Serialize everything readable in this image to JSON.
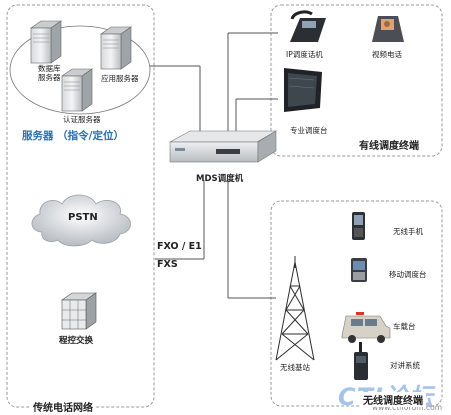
{
  "servers": {
    "database_server": "数据库\n服务器",
    "app_server": "应用服务器",
    "auth_server": "认证服务器",
    "group_title": "服务器 （指令/定位）"
  },
  "pstn_label": "PSTN",
  "pbx_label": "程控交换",
  "left_panel_title": "传统电话网络",
  "mds_label": "MDS调度机",
  "fxo_label": "FXO / E1",
  "fxs_label": "FXS",
  "wired_terminals": {
    "title": "有线调度终端",
    "ip_phone": "IP调度话机",
    "video_phone": "视频电话",
    "console": "专业调度台"
  },
  "wireless_terminals": {
    "title": "无线调度终端",
    "mobile": "无线手机",
    "mobile_console": "移动调度台",
    "vehicle": "车载台",
    "intercom": "对讲系统",
    "base_station": "无线基站"
  },
  "watermark": {
    "text": "CTI论坛",
    "url": "www.ctiforum.com"
  }
}
